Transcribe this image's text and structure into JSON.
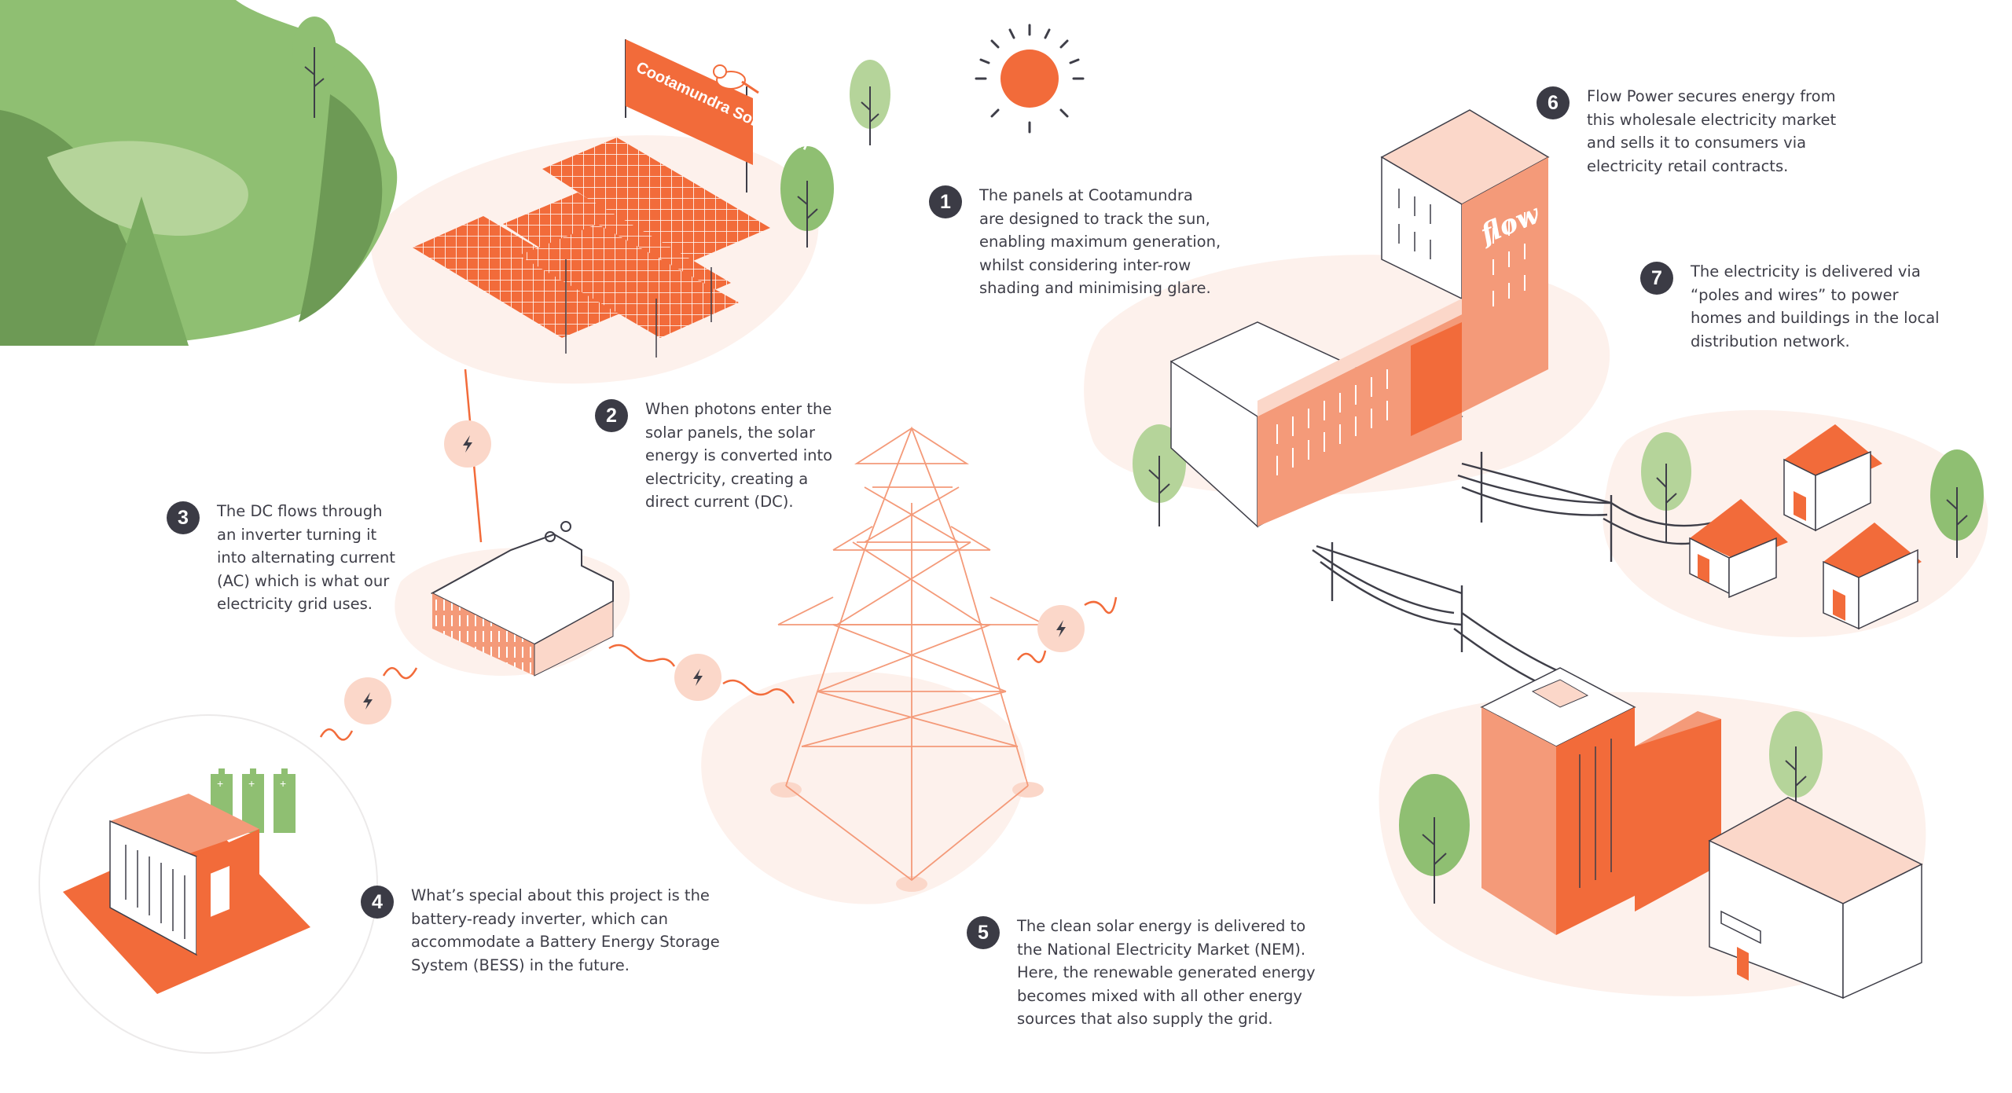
{
  "colors": {
    "accent": "#f26b3a",
    "accent_light": "#f49a79",
    "accent_pale": "#fbd7c9",
    "ground": "#fdf1ec",
    "green_dark": "#6d9a55",
    "green": "#8fbf72",
    "green_light": "#b5d49a",
    "ink": "#3e3e48",
    "badge": "#3b3b45"
  },
  "sign": {
    "text": "Cootamundra Solar Farm"
  },
  "logo": {
    "text": "flow"
  },
  "steps": [
    {
      "number": "1",
      "text": "The panels at Cootamundra\nare designed to track the sun,\nenabling maximum generation,\nwhilst considering inter-row\nshading and minimising glare."
    },
    {
      "number": "2",
      "text": "When photons enter the\nsolar panels, the solar\nenergy is converted into\nelectricity, creating a\ndirect current (DC)."
    },
    {
      "number": "3",
      "text": "The DC flows through\nan inverter turning it\ninto alternating current\n(AC) which is what our\nelectricity grid uses."
    },
    {
      "number": "4",
      "text": "What’s special about this project is the\nbattery-ready inverter, which can\naccommodate a Battery Energy Storage\nSystem (BESS) in the future."
    },
    {
      "number": "5",
      "text": "The clean solar energy is delivered to\nthe National Electricity Market (NEM).\nHere, the renewable generated energy\nbecomes mixed with all other energy\nsources that also supply the grid."
    },
    {
      "number": "6",
      "text": "Flow Power secures energy from\nthis wholesale electricity market\nand sells it to consumers via\nelectricity retail contracts."
    },
    {
      "number": "7",
      "text": "The electricity is delivered via\n“poles and wires” to power\nhomes and buildings in the local\ndistribution network."
    }
  ]
}
